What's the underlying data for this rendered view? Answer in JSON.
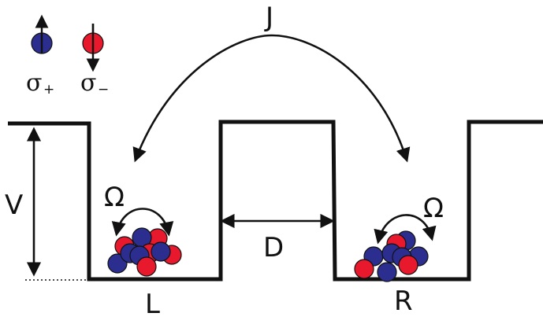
{
  "labels": {
    "tunneling": "J",
    "barrier_height": "V",
    "barrier_width": "D",
    "left_well": "L",
    "right_well": "R",
    "coupling_left": "Ω",
    "coupling_right": "Ω"
  },
  "legend": {
    "spin_up": {
      "symbol": "σ",
      "sub": "+",
      "color": "#2b2e8f"
    },
    "spin_down": {
      "symbol": "σ",
      "sub": "−",
      "color": "#e8192c"
    }
  },
  "colors": {
    "blue": "#2b2e8f",
    "red": "#e8192c",
    "outline": "#111111"
  }
}
